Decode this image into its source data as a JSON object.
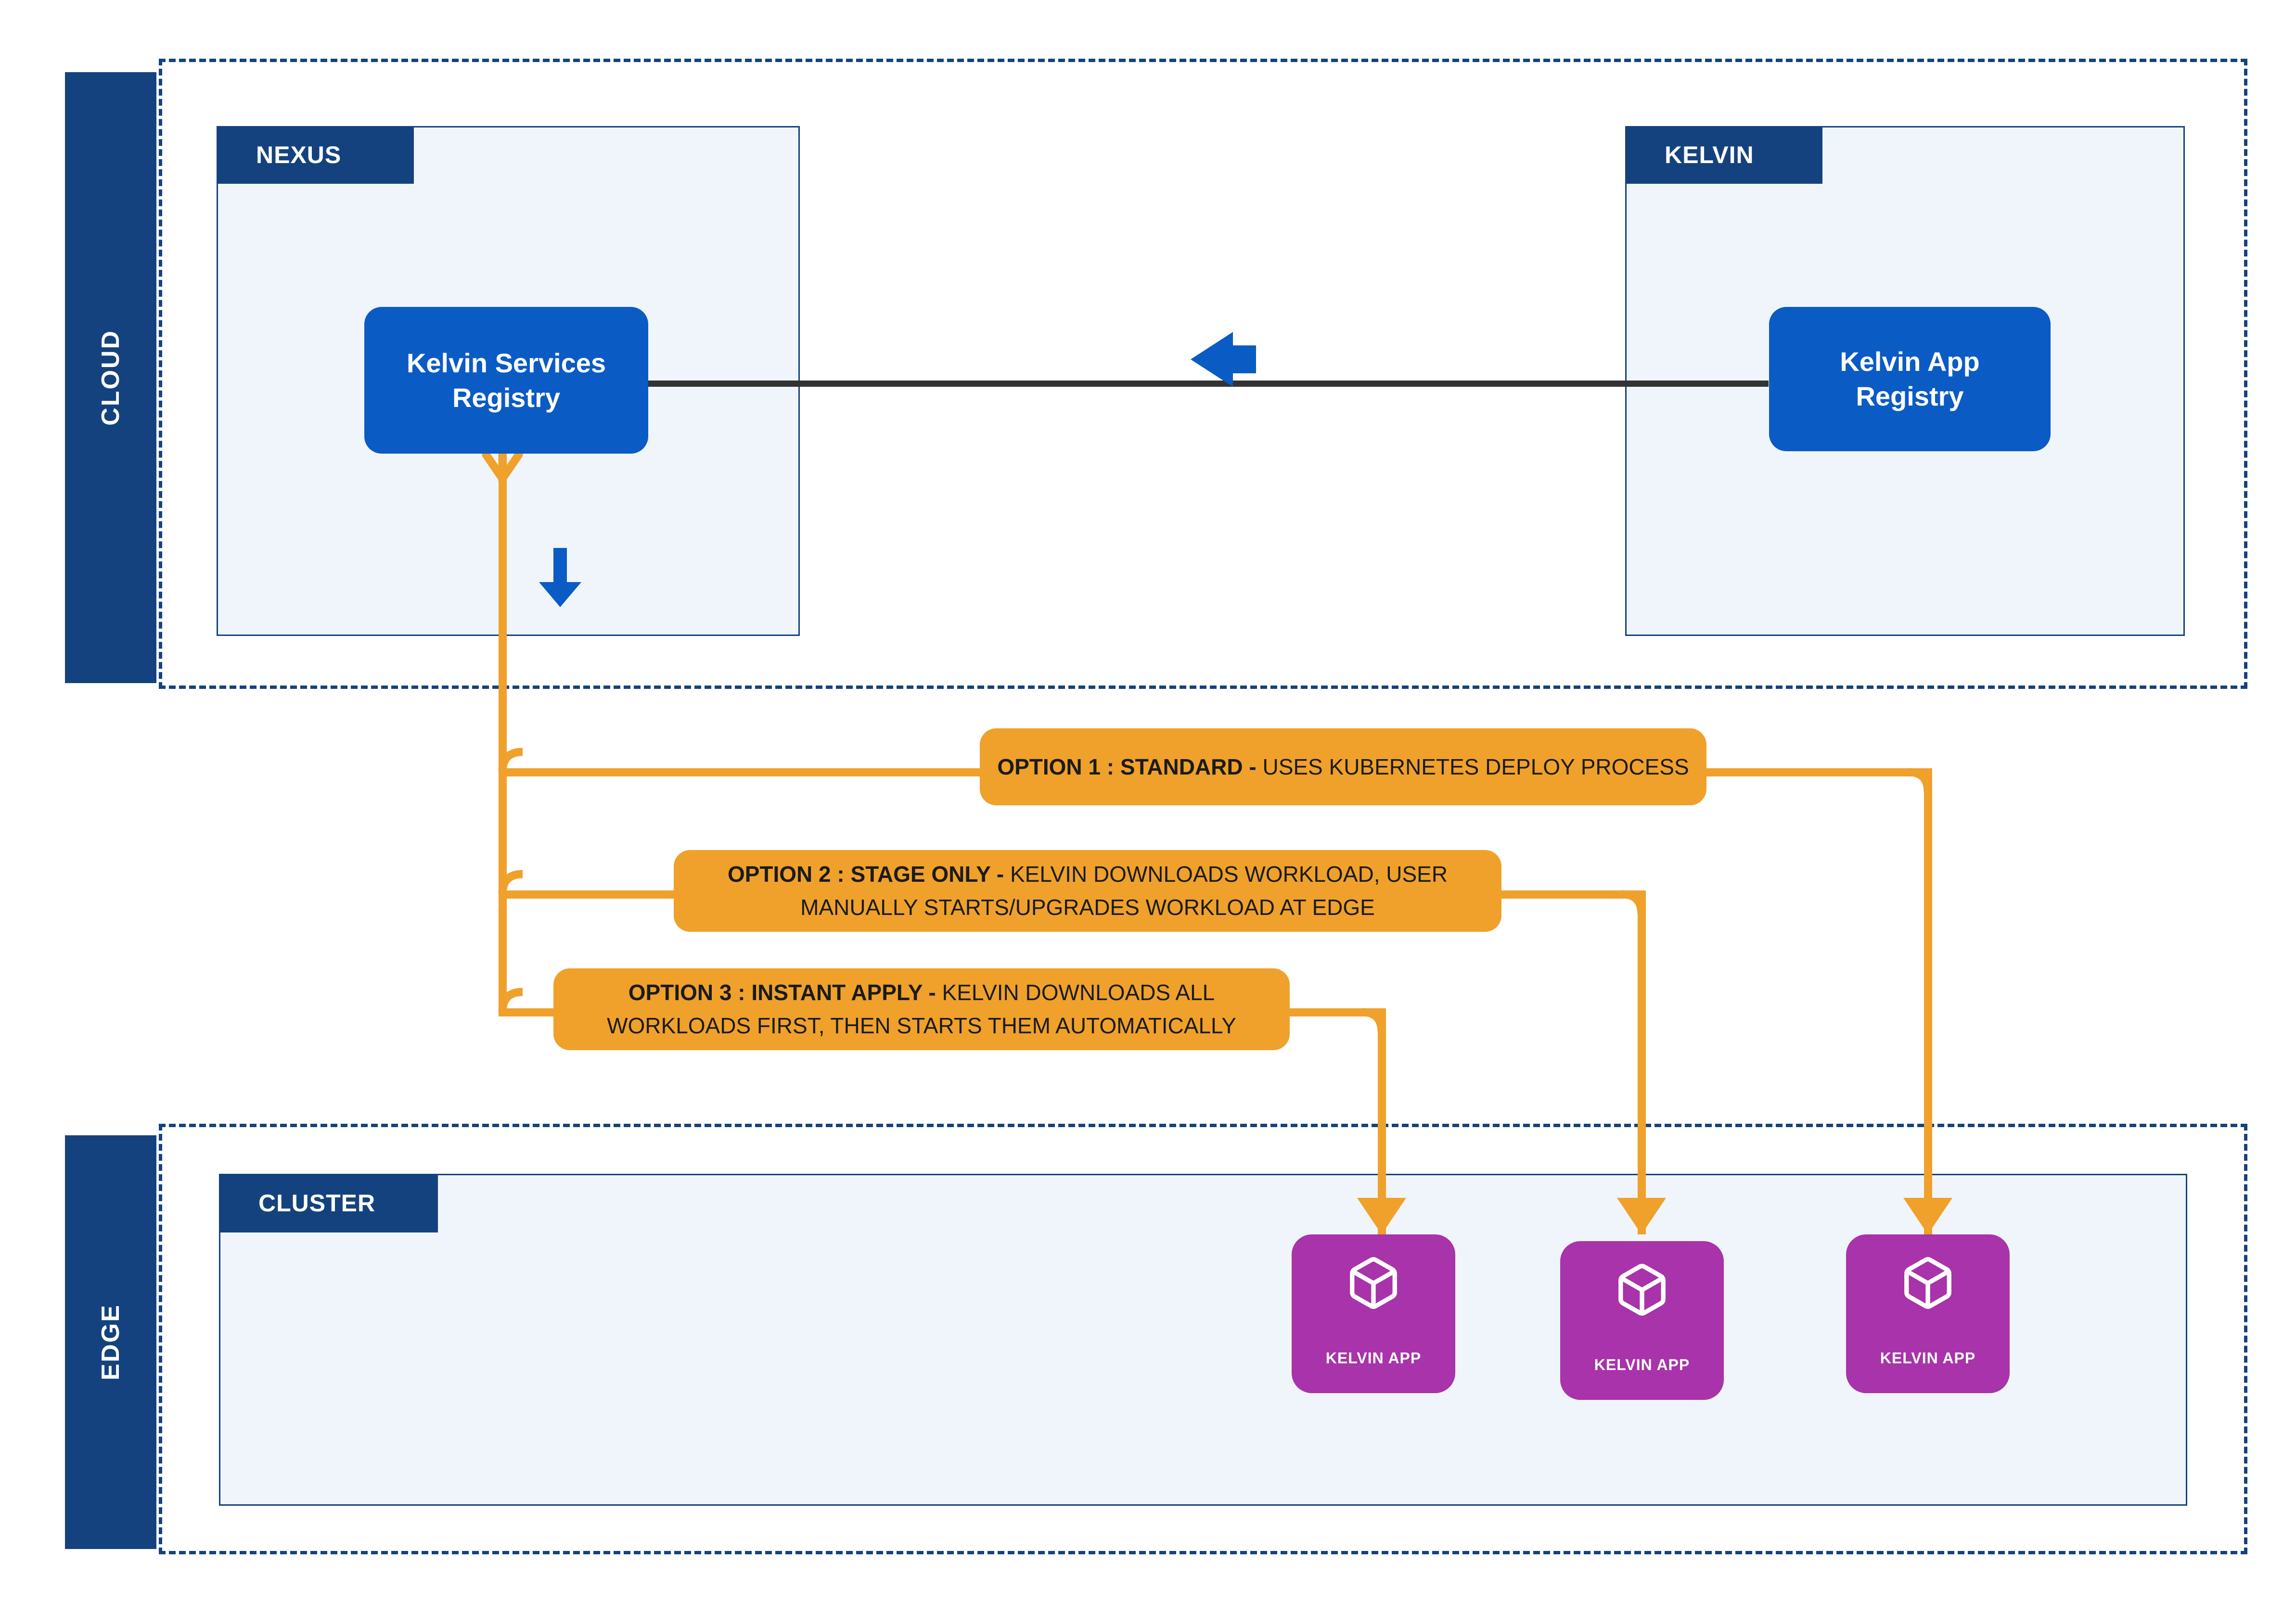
{
  "zones": [
    {
      "key": "cloud",
      "label": "CLOUD"
    },
    {
      "key": "edge",
      "label": "EDGE"
    }
  ],
  "panels": [
    {
      "key": "nexus",
      "label": "NEXUS"
    },
    {
      "key": "kelvin",
      "label": "KELVIN"
    },
    {
      "key": "cluster",
      "label": "CLUSTER"
    }
  ],
  "registries": [
    {
      "key": "kelvin_services_registry",
      "line1": "Kelvin Services",
      "line2": "Registry"
    },
    {
      "key": "kelvin_app_registry",
      "line1": "Kelvin App",
      "line2": "Registry"
    }
  ],
  "options": [
    {
      "key": "option1",
      "title": "OPTION 1 : STANDARD - ",
      "description": "USES KUBERNETES DEPLOY PROCESS"
    },
    {
      "key": "option2",
      "title": "OPTION 2 : STAGE ONLY - ",
      "description": "KELVIN DOWNLOADS WORKLOAD, USER MANUALLY STARTS/UPGRADES WORKLOAD AT EDGE"
    },
    {
      "key": "option3",
      "title": "OPTION 3 : INSTANT APPLY - ",
      "description": "KELVIN DOWNLOADS ALL WORKLOADS FIRST, THEN STARTS THEM AUTOMATICALLY"
    }
  ],
  "apps": [
    {
      "key": "app1",
      "label": "KELVIN APP",
      "icon": "cube-icon"
    },
    {
      "key": "app2",
      "label": "KELVIN APP",
      "icon": "cube-icon"
    },
    {
      "key": "app3",
      "label": "KELVIN APP",
      "icon": "cube-icon"
    }
  ],
  "colors": {
    "navy": "#14427E",
    "panel_fill": "#EFF5FA",
    "blue": "#0B5BC4",
    "orange": "#EFA12B",
    "purple": "#A833AA",
    "black_line": "#333333",
    "white": "#FFFFFF"
  },
  "icons": {
    "sync_arrow": "arrow-left-icon",
    "download_arrow": "arrow-down-icon",
    "cube": "cube-icon"
  }
}
